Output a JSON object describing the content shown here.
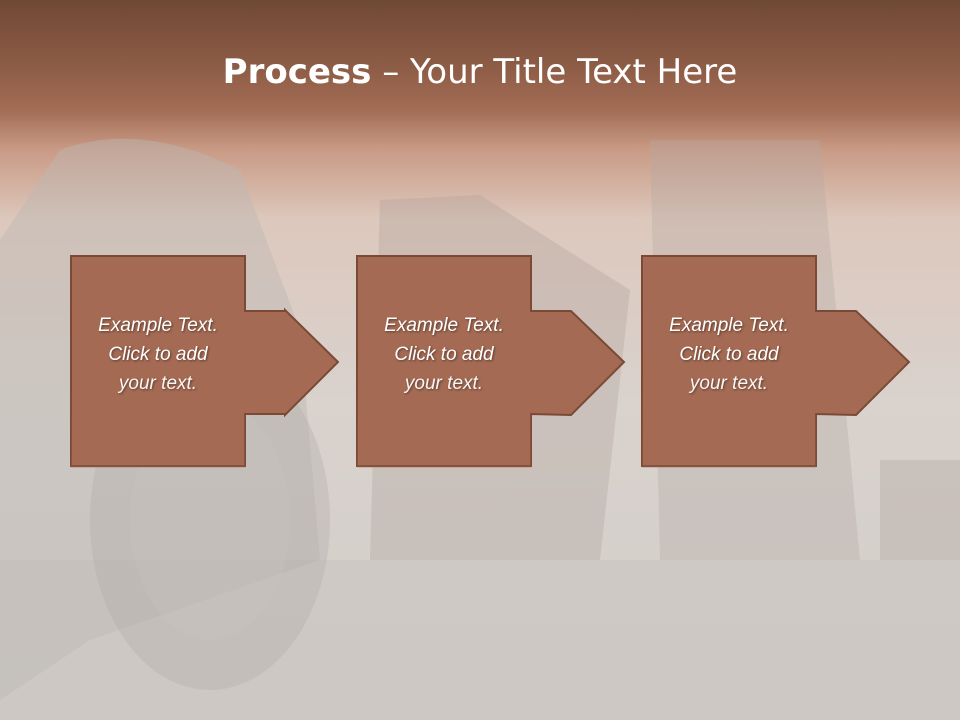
{
  "title": {
    "bold": "Process",
    "separator": " – ",
    "rest": "Your Title Text Here"
  },
  "steps": [
    {
      "line1": "Example Text.",
      "line2": "Click  to add",
      "line3": "your text."
    },
    {
      "line1": "Example Text.",
      "line2": "Click  to add",
      "line3": "your text."
    },
    {
      "line1": "Example Text.",
      "line2": "Click  to add",
      "line3": "your text."
    }
  ],
  "colors": {
    "box_fill": "#a46a53",
    "box_stroke": "#7a4a37",
    "title_band": "#8a5a44"
  }
}
